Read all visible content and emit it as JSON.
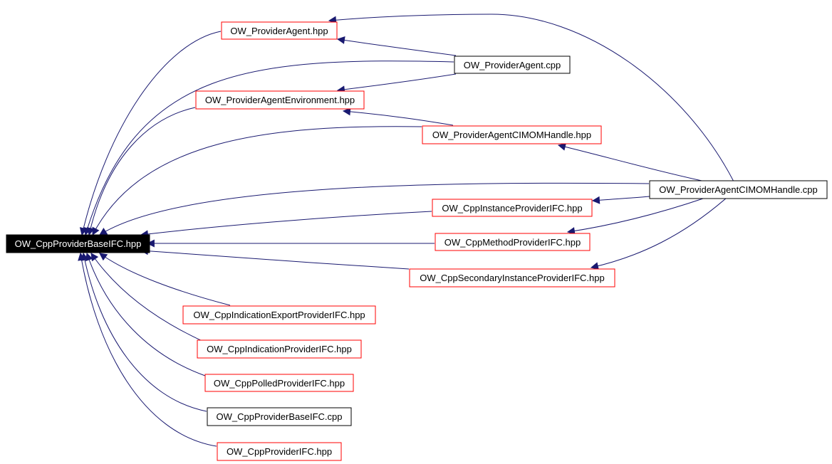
{
  "title": "",
  "colors": {
    "edge": "#191970",
    "border_header": "#ff0000",
    "border_source": "#000000",
    "root_fill": "#000000",
    "root_text": "#ffffff",
    "text": "#000000"
  },
  "nodes": {
    "root": "OW_CppProviderBaseIFC.hpp",
    "provider_agent_hpp": "OW_ProviderAgent.hpp",
    "provider_agent_cpp": "OW_ProviderAgent.cpp",
    "provider_agent_env_hpp": "OW_ProviderAgentEnvironment.hpp",
    "provider_agent_cimom_hpp": "OW_ProviderAgentCIMOMHandle.hpp",
    "provider_agent_cimom_cpp": "OW_ProviderAgentCIMOMHandle.cpp",
    "instance_provider_hpp": "OW_CppInstanceProviderIFC.hpp",
    "method_provider_hpp": "OW_CppMethodProviderIFC.hpp",
    "secondary_instance_provider_hpp": "OW_CppSecondaryInstanceProviderIFC.hpp",
    "indication_export_provider_hpp": "OW_CppIndicationExportProviderIFC.hpp",
    "indication_provider_hpp": "OW_CppIndicationProviderIFC.hpp",
    "polled_provider_hpp": "OW_CppPolledProviderIFC.hpp",
    "provider_base_cpp": "OW_CppProviderBaseIFC.cpp",
    "provider_ifc_hpp": "OW_CppProviderIFC.hpp"
  }
}
